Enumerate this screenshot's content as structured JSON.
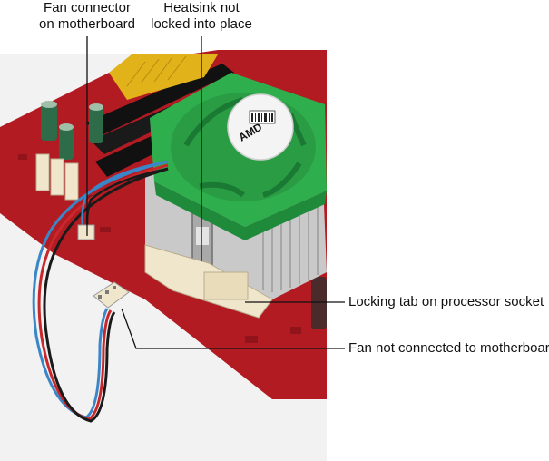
{
  "callouts": {
    "fan_connector_motherboard": {
      "line1": "Fan connector",
      "line2": "on motherboard"
    },
    "heatsink_not_locked": {
      "line1": "Heatsink not",
      "line2": "locked into place"
    },
    "locking_tab": "Locking tab on processor socket",
    "fan_not_connected": "Fan not connected to motherboard"
  },
  "fan_hub_text": "AMD",
  "colors": {
    "board_red": "#b31b22",
    "fan_green": "#2fae4d",
    "heatsink_metal": "#c9c9c9",
    "socket_cream": "#efe6cc",
    "slot_yellow": "#e2b21a",
    "wire_blue": "#3a86c8",
    "wire_red": "#c8282b",
    "wire_black": "#1a1a1a"
  }
}
